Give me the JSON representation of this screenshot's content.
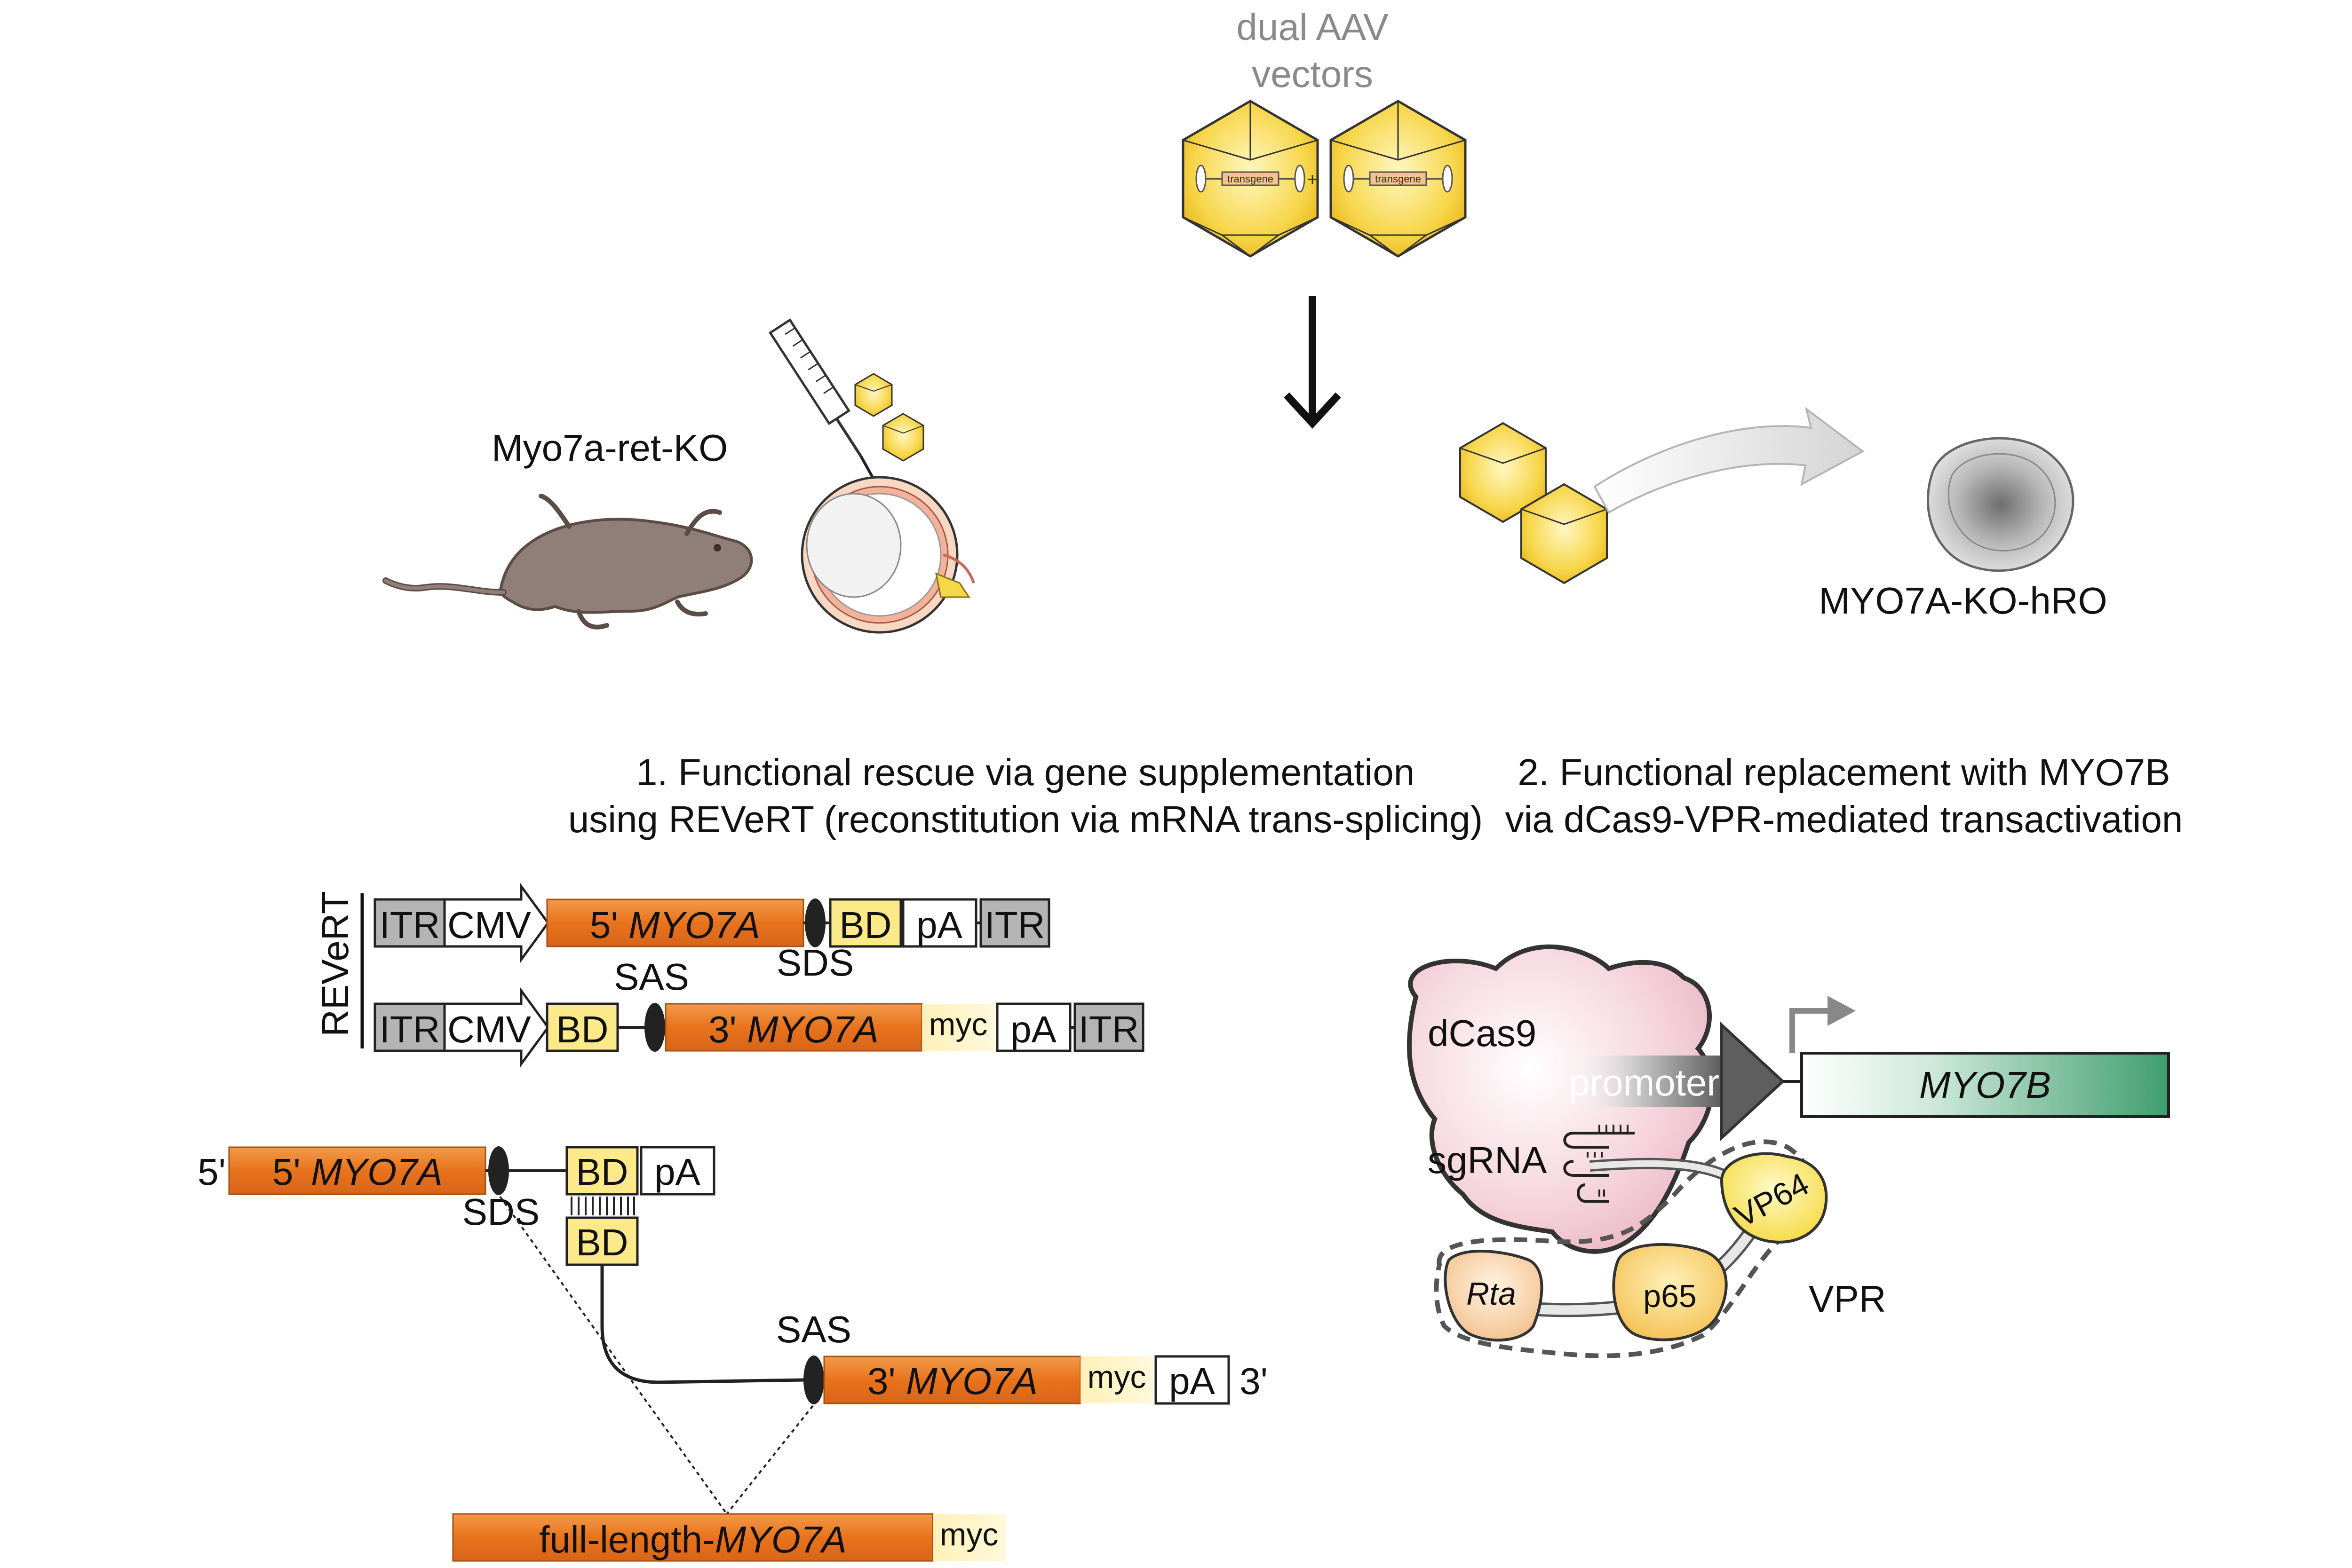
{
  "top": {
    "vectors_title": "dual AAV\nvectors",
    "transgene_label": "transgene",
    "plus": "+"
  },
  "left_model": {
    "label": "Myo7a-ret-KO"
  },
  "right_model": {
    "label": "MYO7A-KO-hRO"
  },
  "section1": {
    "title": "1. Functional rescue via gene supplementation\nusing REVeRT (reconstitution via mRNA trans-splicing)",
    "revert_label": "REVeRT",
    "construct1": {
      "itr_left": "ITR",
      "promoter": "CMV",
      "gene": "5' ",
      "gene_name": "MYO7A",
      "bd": "BD",
      "pa": "pA",
      "itr_right": "ITR",
      "sds": "SDS"
    },
    "construct2": {
      "itr_left": "ITR",
      "promoter": "CMV",
      "bd": "BD",
      "sas": "SAS",
      "gene": "3' ",
      "gene_name": "MYO7A",
      "myc": "myc",
      "pa": "pA",
      "itr_right": "ITR"
    },
    "splicing": {
      "five_prime": "5'",
      "gene5": "5' ",
      "gene5_name": "MYO7A",
      "sds": "SDS",
      "bd_top": "BD",
      "pa_top": "pA",
      "bd_bottom": "BD",
      "sas": "SAS",
      "gene3": "3' ",
      "gene3_name": "MYO7A",
      "myc": "myc",
      "pa": "pA",
      "three_prime": "3'"
    },
    "full_length": {
      "prefix": "full-length-",
      "name": "MYO7A",
      "myc": "myc"
    }
  },
  "section2": {
    "title": "2. Functional replacement with MYO7B\nvia dCas9-VPR-mediated transactivation",
    "dcas9": "dCas9",
    "sgrna": "sgRNA",
    "promoter": "promoter",
    "gene": "MYO7B",
    "vp64": "VP64",
    "p65": "p65",
    "rta": "Rta",
    "vpr": "VPR"
  },
  "colors": {
    "orange": "#ea7a23",
    "yellow_box": "#fbe98a",
    "gray_box": "#b4b4b4",
    "green": "#3f9e6e",
    "pink": "#f6d7df"
  }
}
